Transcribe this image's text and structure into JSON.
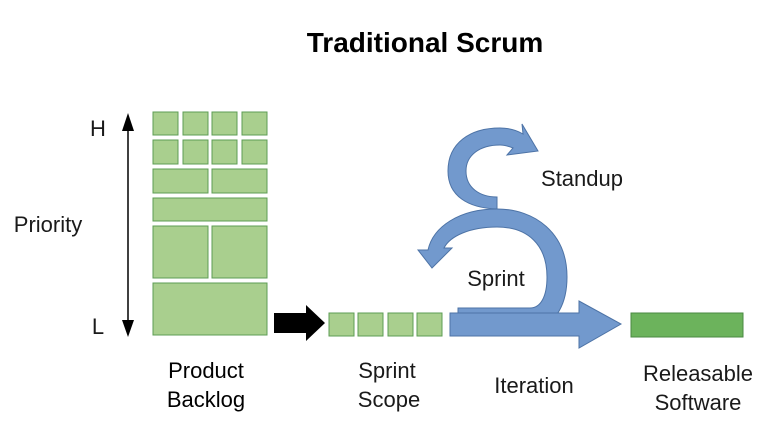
{
  "title": "Traditional Scrum",
  "priority": {
    "label": "Priority",
    "high": "H",
    "low": "L"
  },
  "product_backlog": {
    "line1": "Product",
    "line2": "Backlog"
  },
  "sprint_scope": {
    "line1": "Sprint",
    "line2": "Scope"
  },
  "iteration": "Iteration",
  "releasable_software": {
    "line1": "Releasable",
    "line2": "Software"
  },
  "cycles": {
    "standup": "Standup",
    "sprint": "Sprint"
  },
  "colors": {
    "backlog_item": "#a9cf8e",
    "release_bar": "#6cb35c",
    "cycle_arrow": "#7299cd",
    "flow_arrow": "#000000"
  }
}
